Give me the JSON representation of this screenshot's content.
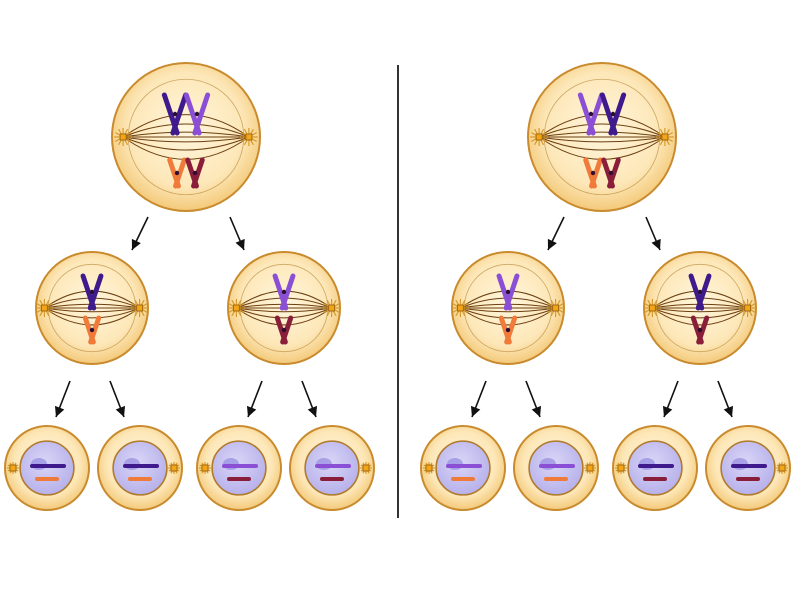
{
  "diagram": {
    "panels": [
      {
        "id": "left",
        "parent": {
          "pairs": [
            {
              "upper": [
                "#3f1a8c",
                "#8b4fd6"
              ],
              "lower": [
                "#f07a3a",
                "#8a1e3a"
              ]
            }
          ]
        },
        "daughters": [
          {
            "upper": "#3f1a8c",
            "lower": "#f07a3a",
            "cells": [
              {
                "bars": [
                  "#3f1a8c",
                  "#f07a3a"
                ],
                "aster_side": "left"
              },
              {
                "bars": [
                  "#3f1a8c",
                  "#f07a3a"
                ],
                "aster_side": "right"
              }
            ]
          },
          {
            "upper": "#8b4fd6",
            "lower": "#8a1e3a",
            "cells": [
              {
                "bars": [
                  "#8b4fd6",
                  "#8a1e3a"
                ],
                "aster_side": "left"
              },
              {
                "bars": [
                  "#8b4fd6",
                  "#8a1e3a"
                ],
                "aster_side": "right"
              }
            ]
          }
        ]
      },
      {
        "id": "right",
        "parent": {
          "pairs": [
            {
              "upper": [
                "#8b4fd6",
                "#3f1a8c"
              ],
              "lower": [
                "#f07a3a",
                "#8a1e3a"
              ]
            }
          ]
        },
        "daughters": [
          {
            "upper": "#8b4fd6",
            "lower": "#f07a3a",
            "cells": [
              {
                "bars": [
                  "#8b4fd6",
                  "#f07a3a"
                ],
                "aster_side": "left"
              },
              {
                "bars": [
                  "#8b4fd6",
                  "#f07a3a"
                ],
                "aster_side": "right"
              }
            ]
          },
          {
            "upper": "#3f1a8c",
            "lower": "#8a1e3a",
            "cells": [
              {
                "bars": [
                  "#3f1a8c",
                  "#8a1e3a"
                ],
                "aster_side": "left"
              },
              {
                "bars": [
                  "#3f1a8c",
                  "#8a1e3a"
                ],
                "aster_side": "right"
              }
            ]
          }
        ]
      }
    ],
    "colors": {
      "cell_fill": "#fbe3b0",
      "cell_stroke": "#c98b2e",
      "nucleus_fill": "#c8c4f0",
      "nucleus_stroke": "#b07a2a",
      "spindle": "#6b3e10",
      "divider": "#333333",
      "arrow": "#111111"
    }
  }
}
